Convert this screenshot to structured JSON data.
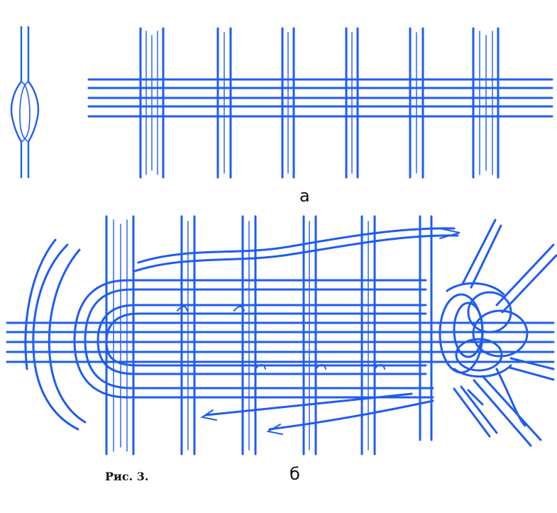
{
  "labels": {
    "part_a": "а",
    "part_b": "б",
    "caption": "Рис. 3."
  },
  "colors": {
    "ink": "#1f5cf0",
    "text": "#111111",
    "background": "#ffffff"
  }
}
